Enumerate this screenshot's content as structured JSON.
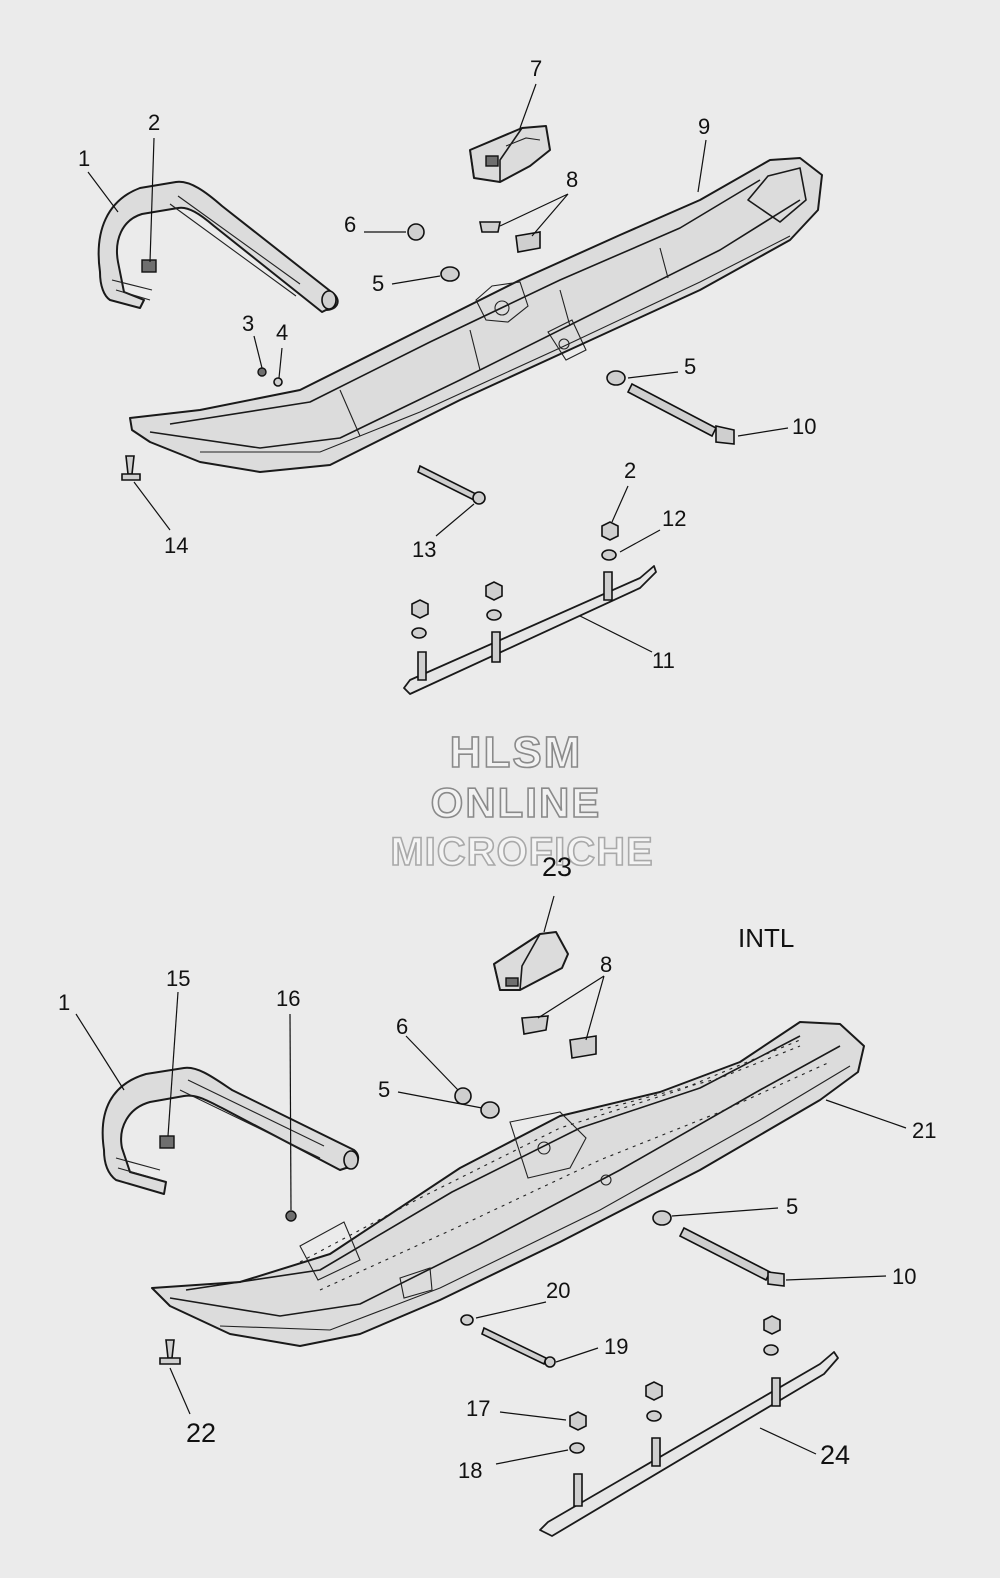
{
  "diagram": {
    "upper_assembly": {
      "callouts": [
        "1",
        "2",
        "3",
        "4",
        "5",
        "6",
        "7",
        "8",
        "9",
        "5",
        "10",
        "14",
        "13",
        "2",
        "12",
        "11"
      ]
    },
    "watermark": {
      "line1": "HLSM",
      "line2": "ONLINE",
      "line3": "MICROFICHE"
    },
    "lower_assembly": {
      "variant_label": "INTL",
      "callouts": [
        "23",
        "8",
        "1",
        "15",
        "16",
        "6",
        "5",
        "21",
        "5",
        "10",
        "20",
        "19",
        "22",
        "17",
        "18",
        "24"
      ]
    },
    "colors": {
      "background": "#ebebeb",
      "line": "#1a1a1a",
      "part_fill": "#dcdcdc"
    }
  }
}
